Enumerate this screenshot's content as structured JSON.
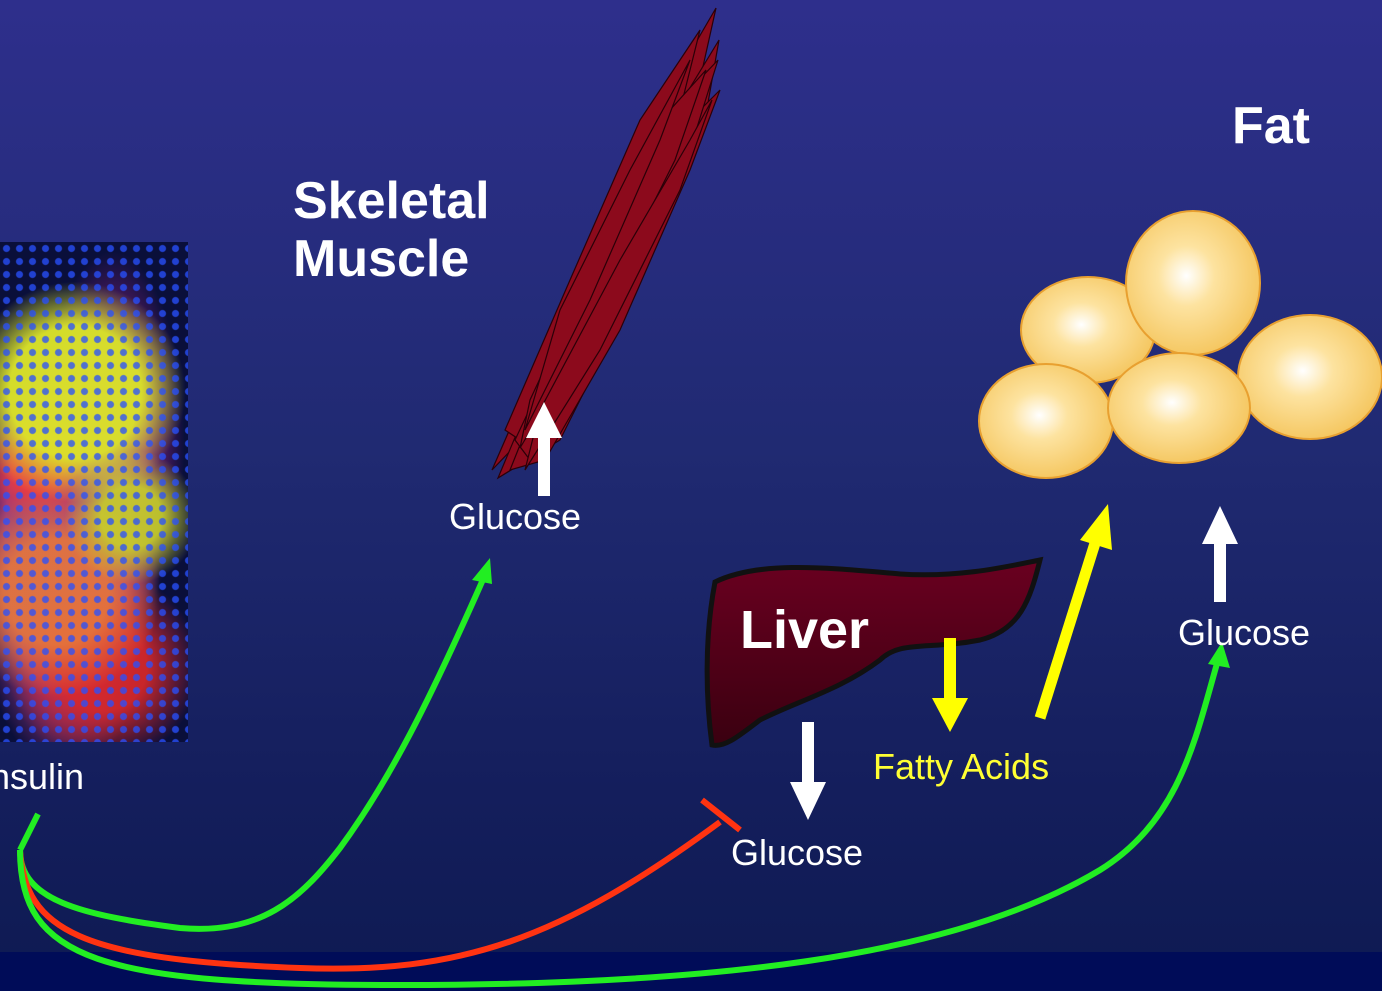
{
  "labels": {
    "skeletal_line1": "Skeletal",
    "skeletal_line2": "Muscle",
    "fat": "Fat",
    "liver": "Liver",
    "insulin": "Insulin",
    "glucose_muscle": "Glucose",
    "glucose_fat": "Glucose",
    "glucose_liver": "Glucose",
    "fatty_acids": "Fatty Acids"
  },
  "colors": {
    "background": "#23287a",
    "activation_arrow": "#22ee22",
    "inhibition_arrow": "#ff3311",
    "fatty_acid_arrow": "#ffff00",
    "glucose_arrow": "#ffffff",
    "liver_fill": "#5a0018",
    "muscle_fill": "#8a0a1a",
    "fat_cell_fill": "#f8cf68"
  },
  "icons": {
    "islet_image": "pancreatic-islet-micrograph-icon",
    "muscle": "muscle-fibers-icon",
    "liver": "liver-icon",
    "fat": "fat-cells-icon"
  }
}
